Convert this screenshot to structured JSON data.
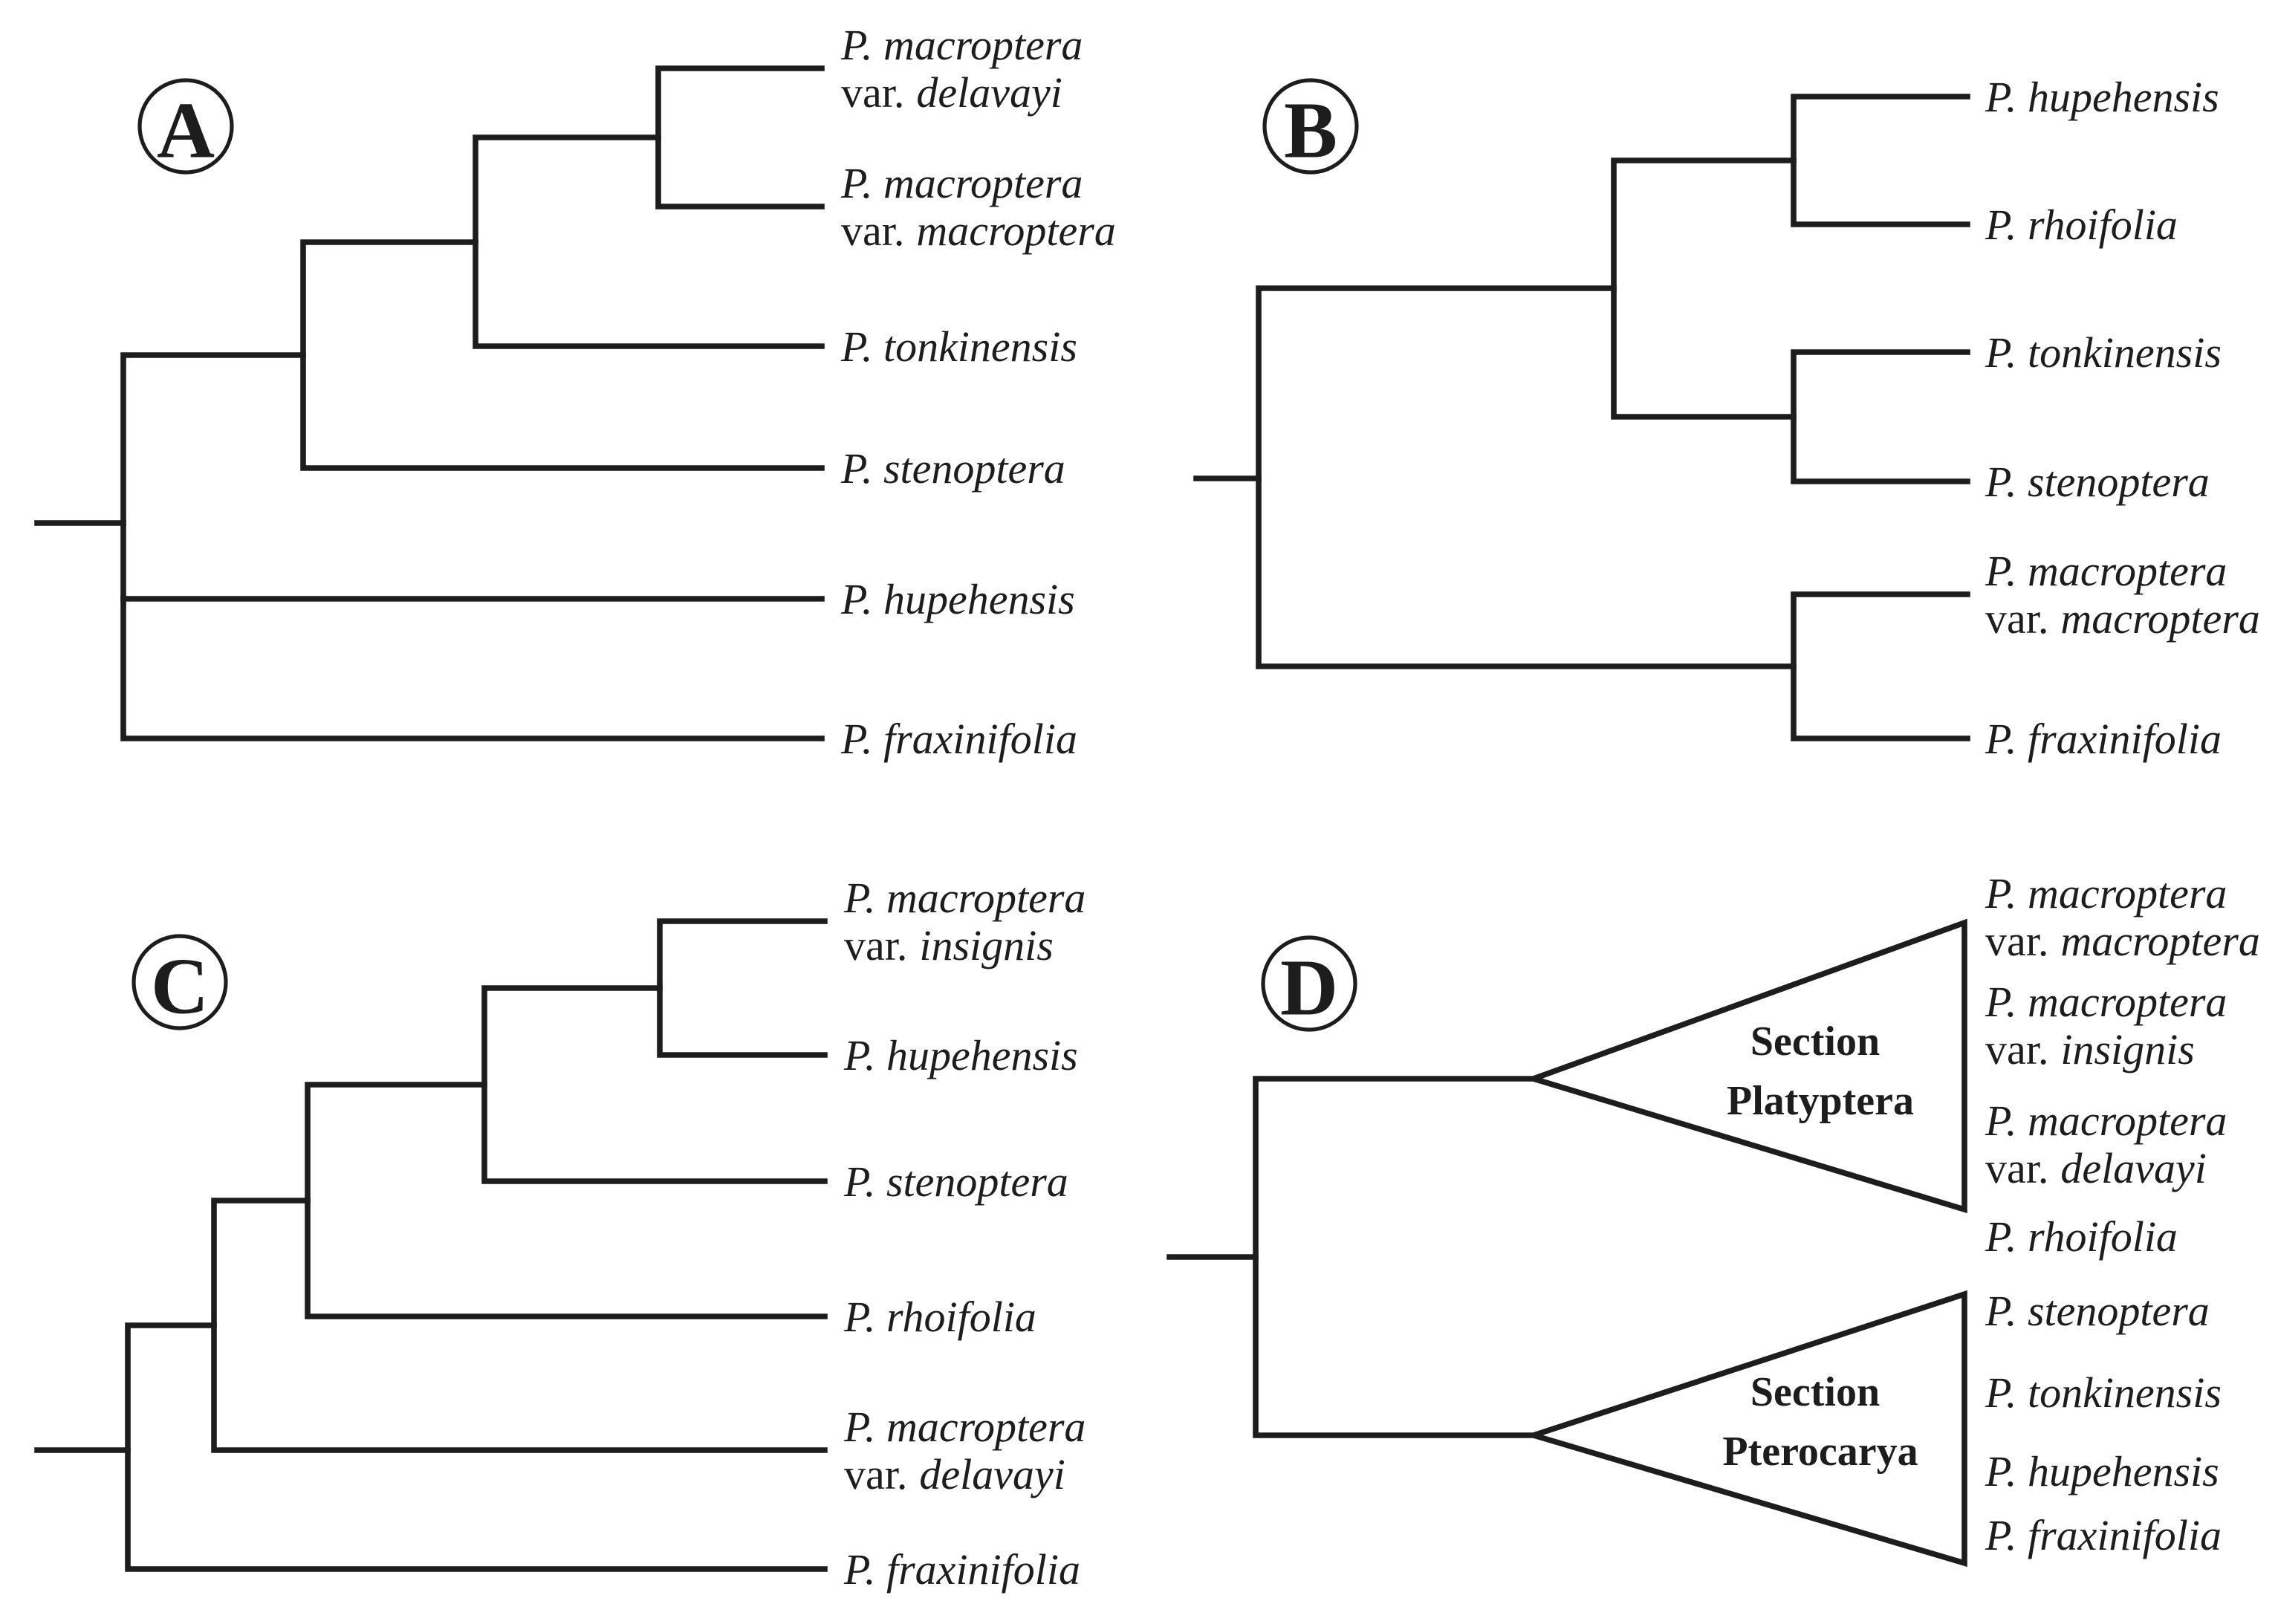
{
  "figure": {
    "background_color": "#ffffff",
    "line_color": "#1d1d1d",
    "text_color": "#1d1d1d",
    "genus_abbreviated_in_labels": "P.",
    "variety_rank_abbreviation": "var."
  },
  "panels": {
    "a": {
      "badge": "A",
      "leaves": [
        {
          "line1": "P. macroptera",
          "rank_prefix": "var.",
          "epithet": "delavayi"
        },
        {
          "line1": "P. macroptera",
          "rank_prefix": "var.",
          "epithet": "macroptera"
        },
        {
          "line1": "P. tonkinensis"
        },
        {
          "line1": "P. stenoptera"
        },
        {
          "line1": "P. hupehensis"
        },
        {
          "line1": "P. fraxinifolia"
        }
      ],
      "topology_newick": "((((P. macroptera var. delavayi, P. macroptera var. macroptera), P. tonkinensis), P. stenoptera), P. hupehensis, P. fraxinifolia);"
    },
    "b": {
      "badge": "B",
      "leaves": [
        {
          "line1": "P. hupehensis"
        },
        {
          "line1": "P. rhoifolia"
        },
        {
          "line1": "P. tonkinensis"
        },
        {
          "line1": "P. stenoptera"
        },
        {
          "line1": "P. macroptera",
          "rank_prefix": "var.",
          "epithet": "macroptera"
        },
        {
          "line1": "P. fraxinifolia"
        }
      ],
      "topology_newick": "(((P. hupehensis, P. rhoifolia), (P. tonkinensis, P. stenoptera)), (P. macroptera var. macroptera, P. fraxinifolia));"
    },
    "c": {
      "badge": "C",
      "leaves": [
        {
          "line1": "P. macroptera",
          "rank_prefix": "var.",
          "epithet": "insignis"
        },
        {
          "line1": "P. hupehensis"
        },
        {
          "line1": "P. stenoptera"
        },
        {
          "line1": "P. rhoifolia"
        },
        {
          "line1": "P. macroptera",
          "rank_prefix": "var.",
          "epithet": "delavayi"
        },
        {
          "line1": "P. fraxinifolia"
        }
      ],
      "topology_newick": "(((((P. macroptera var. insignis, P. hupehensis), P. stenoptera), P. rhoifolia), P. macroptera var. delavayi), P. fraxinifolia);"
    },
    "d": {
      "badge": "D",
      "clades": [
        {
          "section_prefix": "Section",
          "section_name": "Platyptera",
          "taxa": [
            {
              "line1": "P. macroptera",
              "rank_prefix": "var.",
              "epithet": "macroptera"
            },
            {
              "line1": "P. macroptera",
              "rank_prefix": "var.",
              "epithet": "insignis"
            },
            {
              "line1": "P. macroptera",
              "rank_prefix": "var.",
              "epithet": "delavayi"
            },
            {
              "line1": "P. rhoifolia"
            }
          ]
        },
        {
          "section_prefix": "Section",
          "section_name": "Pterocarya",
          "taxa": [
            {
              "line1": "P. stenoptera"
            },
            {
              "line1": "P. tonkinensis"
            },
            {
              "line1": "P. hupehensis"
            },
            {
              "line1": "P. fraxinifolia"
            }
          ]
        }
      ],
      "topology_newick": "(Section Platyptera (P. macroptera var. macroptera, P. macroptera var. insignis, P. macroptera var. delavayi, P. rhoifolia), Section Pterocarya (P. stenoptera, P. tonkinensis, P. hupehensis, P. fraxinifolia));"
    }
  }
}
